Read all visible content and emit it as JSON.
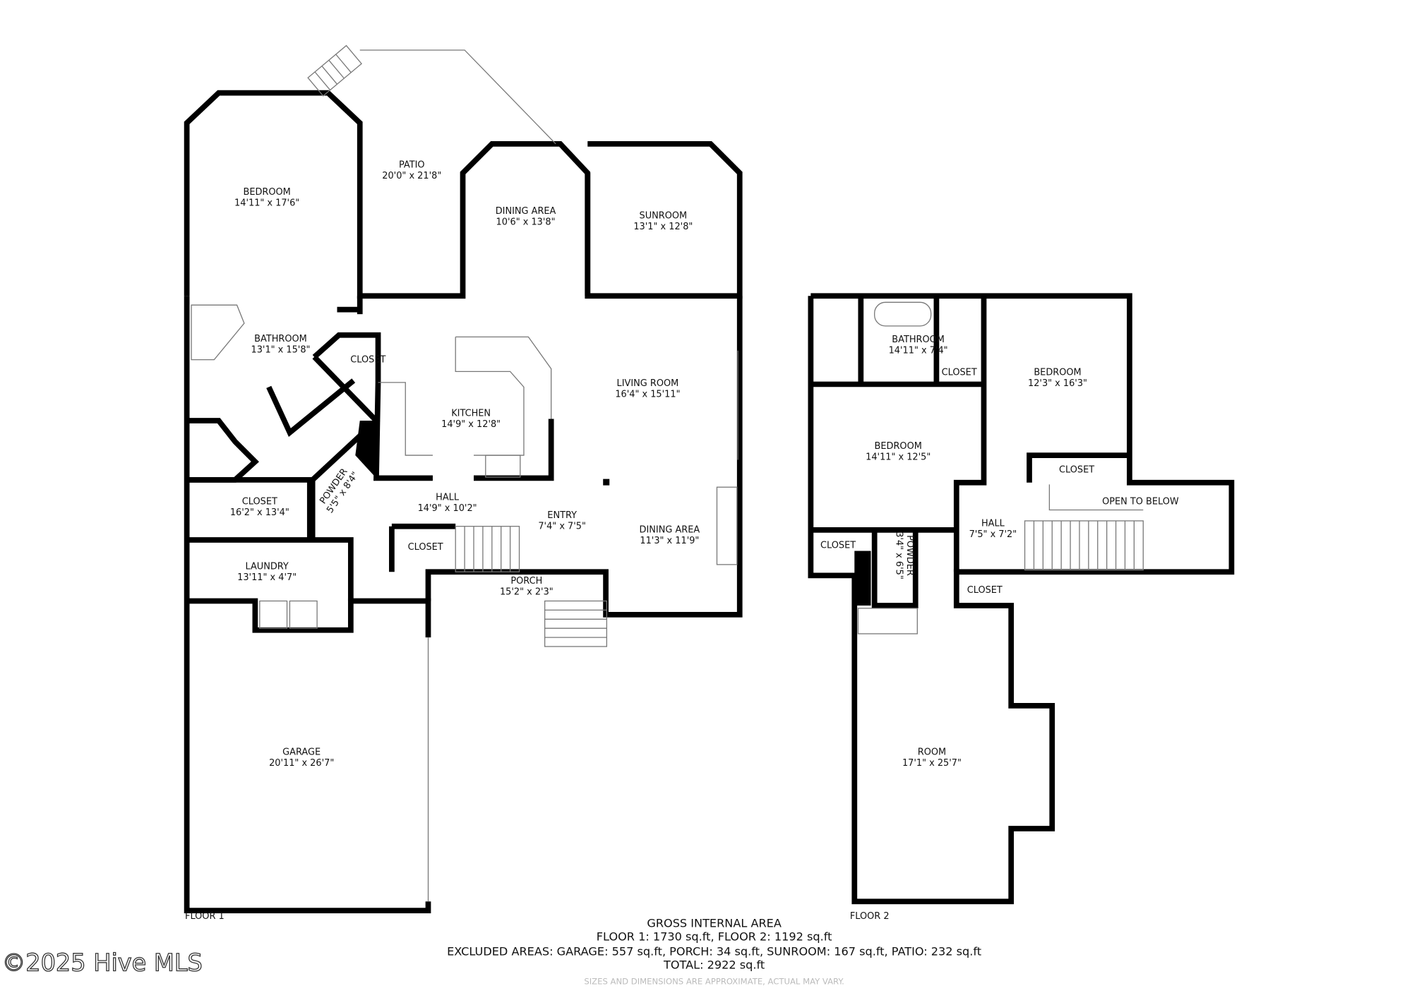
{
  "floor1": {
    "label": "FLOOR 1",
    "rooms": [
      {
        "name": "BEDROOM",
        "size": "14'11\" x 17'6\""
      },
      {
        "name": "PATIO",
        "size": "20'0\" x 21'8\""
      },
      {
        "name": "DINING AREA",
        "size": "10'6\" x 13'8\""
      },
      {
        "name": "SUNROOM",
        "size": "13'1\" x 12'8\""
      },
      {
        "name": "BATHROOM",
        "size": "13'1\" x 15'8\""
      },
      {
        "name": "CLOSET",
        "size": ""
      },
      {
        "name": "KITCHEN",
        "size": "14'9\" x 12'8\""
      },
      {
        "name": "LIVING ROOM",
        "size": "16'4\" x 15'11\""
      },
      {
        "name": "CLOSET",
        "size": "16'2\" x 13'4\""
      },
      {
        "name": "POWDER",
        "size": "5'5\" x 8'4\""
      },
      {
        "name": "HALL",
        "size": "14'9\" x 10'2\""
      },
      {
        "name": "ENTRY",
        "size": "7'4\" x 7'5\""
      },
      {
        "name": "DINING AREA",
        "size": "11'3\" x 11'9\""
      },
      {
        "name": "CLOSET",
        "size": ""
      },
      {
        "name": "LAUNDRY",
        "size": "13'11\" x 4'7\""
      },
      {
        "name": "PORCH",
        "size": "15'2\" x 2'3\""
      },
      {
        "name": "GARAGE",
        "size": "20'11\" x 26'7\""
      }
    ]
  },
  "floor2": {
    "label": "FLOOR 2",
    "rooms": [
      {
        "name": "BATHROOM",
        "size": "14'11\" x 7'4\""
      },
      {
        "name": "CLOSET",
        "size": ""
      },
      {
        "name": "BEDROOM",
        "size": "12'3\" x 16'3\""
      },
      {
        "name": "BEDROOM",
        "size": "14'11\" x 12'5\""
      },
      {
        "name": "CLOSET",
        "size": ""
      },
      {
        "name": "HALL",
        "size": "7'5\" x 7'2\""
      },
      {
        "name": "OPEN TO BELOW",
        "size": ""
      },
      {
        "name": "CLOSET",
        "size": ""
      },
      {
        "name": "POWDER",
        "size": "3'4\" x 6'5\""
      },
      {
        "name": "CLOSET",
        "size": ""
      },
      {
        "name": "ROOM",
        "size": "17'1\" x 25'7\""
      }
    ]
  },
  "summary": {
    "title": "GROSS INTERNAL AREA",
    "floors": "FLOOR 1: 1730 sq.ft, FLOOR 2: 1192 sq.ft",
    "excluded": "EXCLUDED AREAS: GARAGE: 557 sq.ft, PORCH: 34 sq.ft, SUNROOM: 167 sq.ft, PATIO: 232 sq.ft",
    "total": "TOTAL: 2922 sq.ft",
    "disclaimer": "SIZES AND DIMENSIONS ARE APPROXIMATE, ACTUAL MAY VARY."
  },
  "watermark": "©2025 Hive MLS"
}
